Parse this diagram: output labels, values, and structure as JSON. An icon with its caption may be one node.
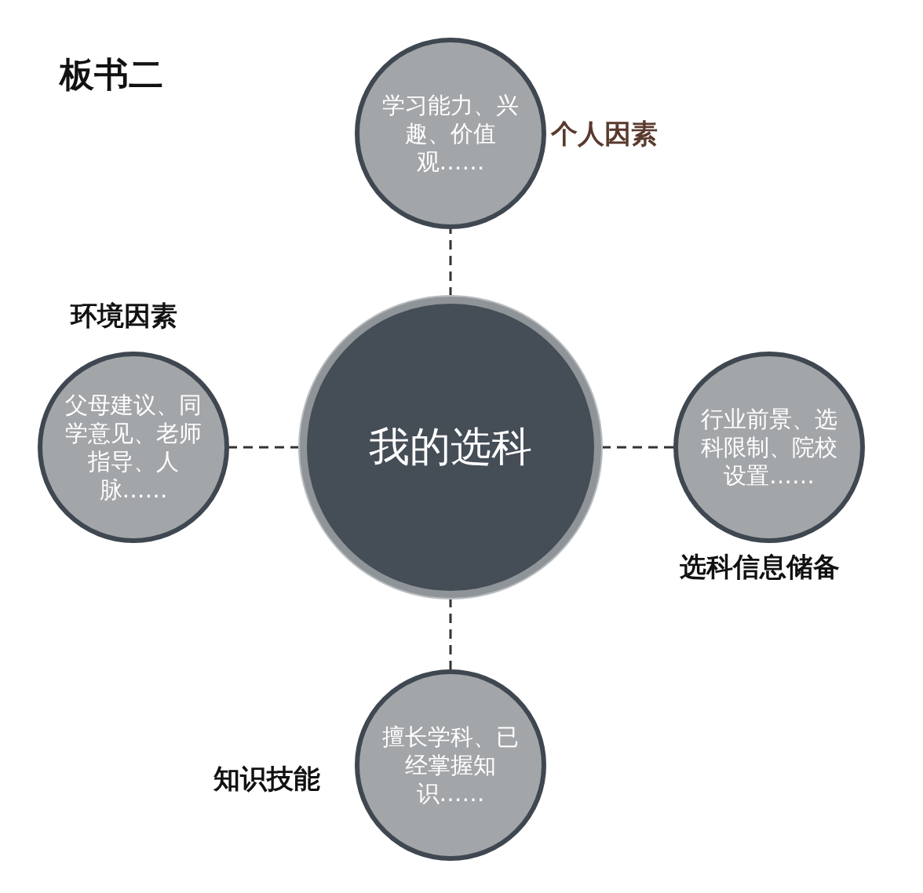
{
  "diagram": {
    "title": "板书二",
    "nodes": [
      {
        "text": [
          "学习能力、兴趣、价值观……"
        ],
        "beside": [
          "个人因素"
        ]
      },
      {
        "text": [
          "父母建议、同学意见、老师指导、人脉……"
        ],
        "beside": [
          "环境因素"
        ]
      },
      {
        "text": [
          "我的选科"
        ]
      },
      {
        "text": [
          "行业前景、选科限制、院校设置……"
        ],
        "beside": [
          "选科信息储备"
        ]
      },
      {
        "text": [
          "擅长学科、已经掌握知识……"
        ],
        "beside": [
          "知识技能"
        ]
      }
    ],
    "edges": [
      {
        "from": 2,
        "to": 0,
        "arrow": "none",
        "style": "dashed"
      },
      {
        "from": 2,
        "to": 1,
        "arrow": "none",
        "style": "dashed"
      },
      {
        "from": 2,
        "to": 3,
        "arrow": "none",
        "style": "dashed"
      },
      {
        "from": 2,
        "to": 4,
        "arrow": "none",
        "style": "dashed"
      }
    ]
  }
}
